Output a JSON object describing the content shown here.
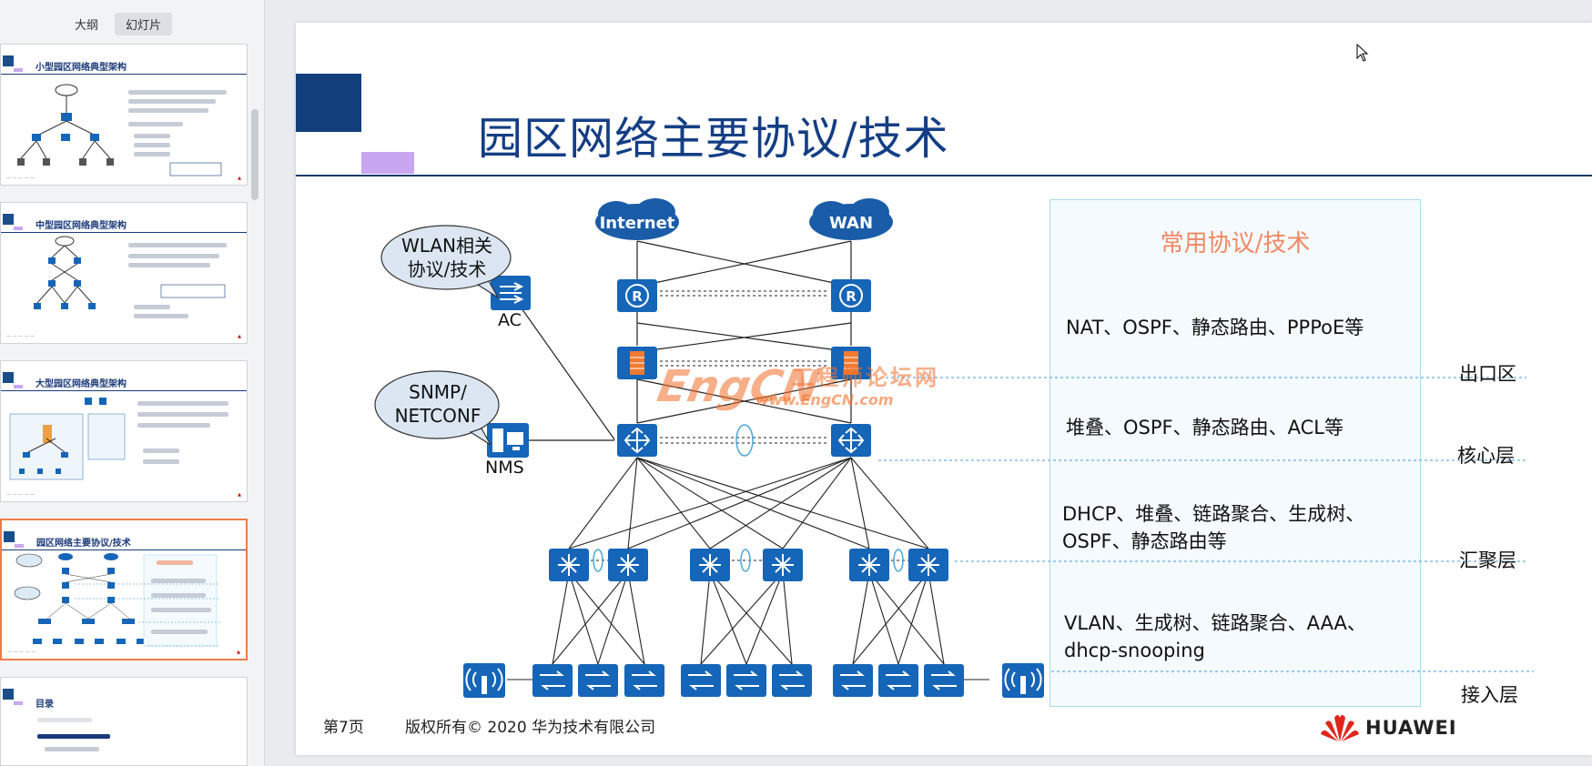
{
  "sidebar": {
    "tabs": [
      "大纲",
      "幻灯片"
    ],
    "active_tab": 1,
    "thumbnails": [
      {
        "title": "小型园区网络典型架构"
      },
      {
        "title": "中型园区网络典型架构"
      },
      {
        "title": "大型园区网络典型架构"
      },
      {
        "title": "园区网络主要协议/技术",
        "active": true
      },
      {
        "title": "目录"
      }
    ]
  },
  "slide": {
    "title": "园区网络主要协议/技术",
    "bubbles": {
      "wlan": "WLAN相关\n协议/技术",
      "snmp": "SNMP/\nNETCONF"
    },
    "devices": {
      "ac": "AC",
      "nms": "NMS",
      "internet": "Internet",
      "wan": "WAN"
    },
    "watermark": {
      "brand": "EngCN",
      "cn": "工程师论坛网",
      "url": "www.EngCN.com"
    },
    "panel": {
      "title": "常用协议/技术",
      "egress": "NAT、OSPF、静态路由、PPPoE等",
      "core": "堆叠、OSPF、静态路由、ACL等",
      "aggregation_line1": "DHCP、堆叠、链路聚合、生成树、",
      "aggregation_line2": "OSPF、静态路由等",
      "access_line1": "VLAN、生成树、链路聚合、AAA、",
      "access_line2": "dhcp-snooping"
    },
    "layers": {
      "egress": "出口区",
      "core": "核心层",
      "aggregation": "汇聚层",
      "access": "接入层"
    },
    "footer": {
      "page": "第7页",
      "copyright": "版权所有© 2020 华为技术有限公司",
      "logo_text": "HUAWEI"
    }
  },
  "colors": {
    "title_blue": "#143e84",
    "device_blue": "#1565b8",
    "panel_title": "#f08865",
    "active_thumb_border": "#f07a4a"
  }
}
